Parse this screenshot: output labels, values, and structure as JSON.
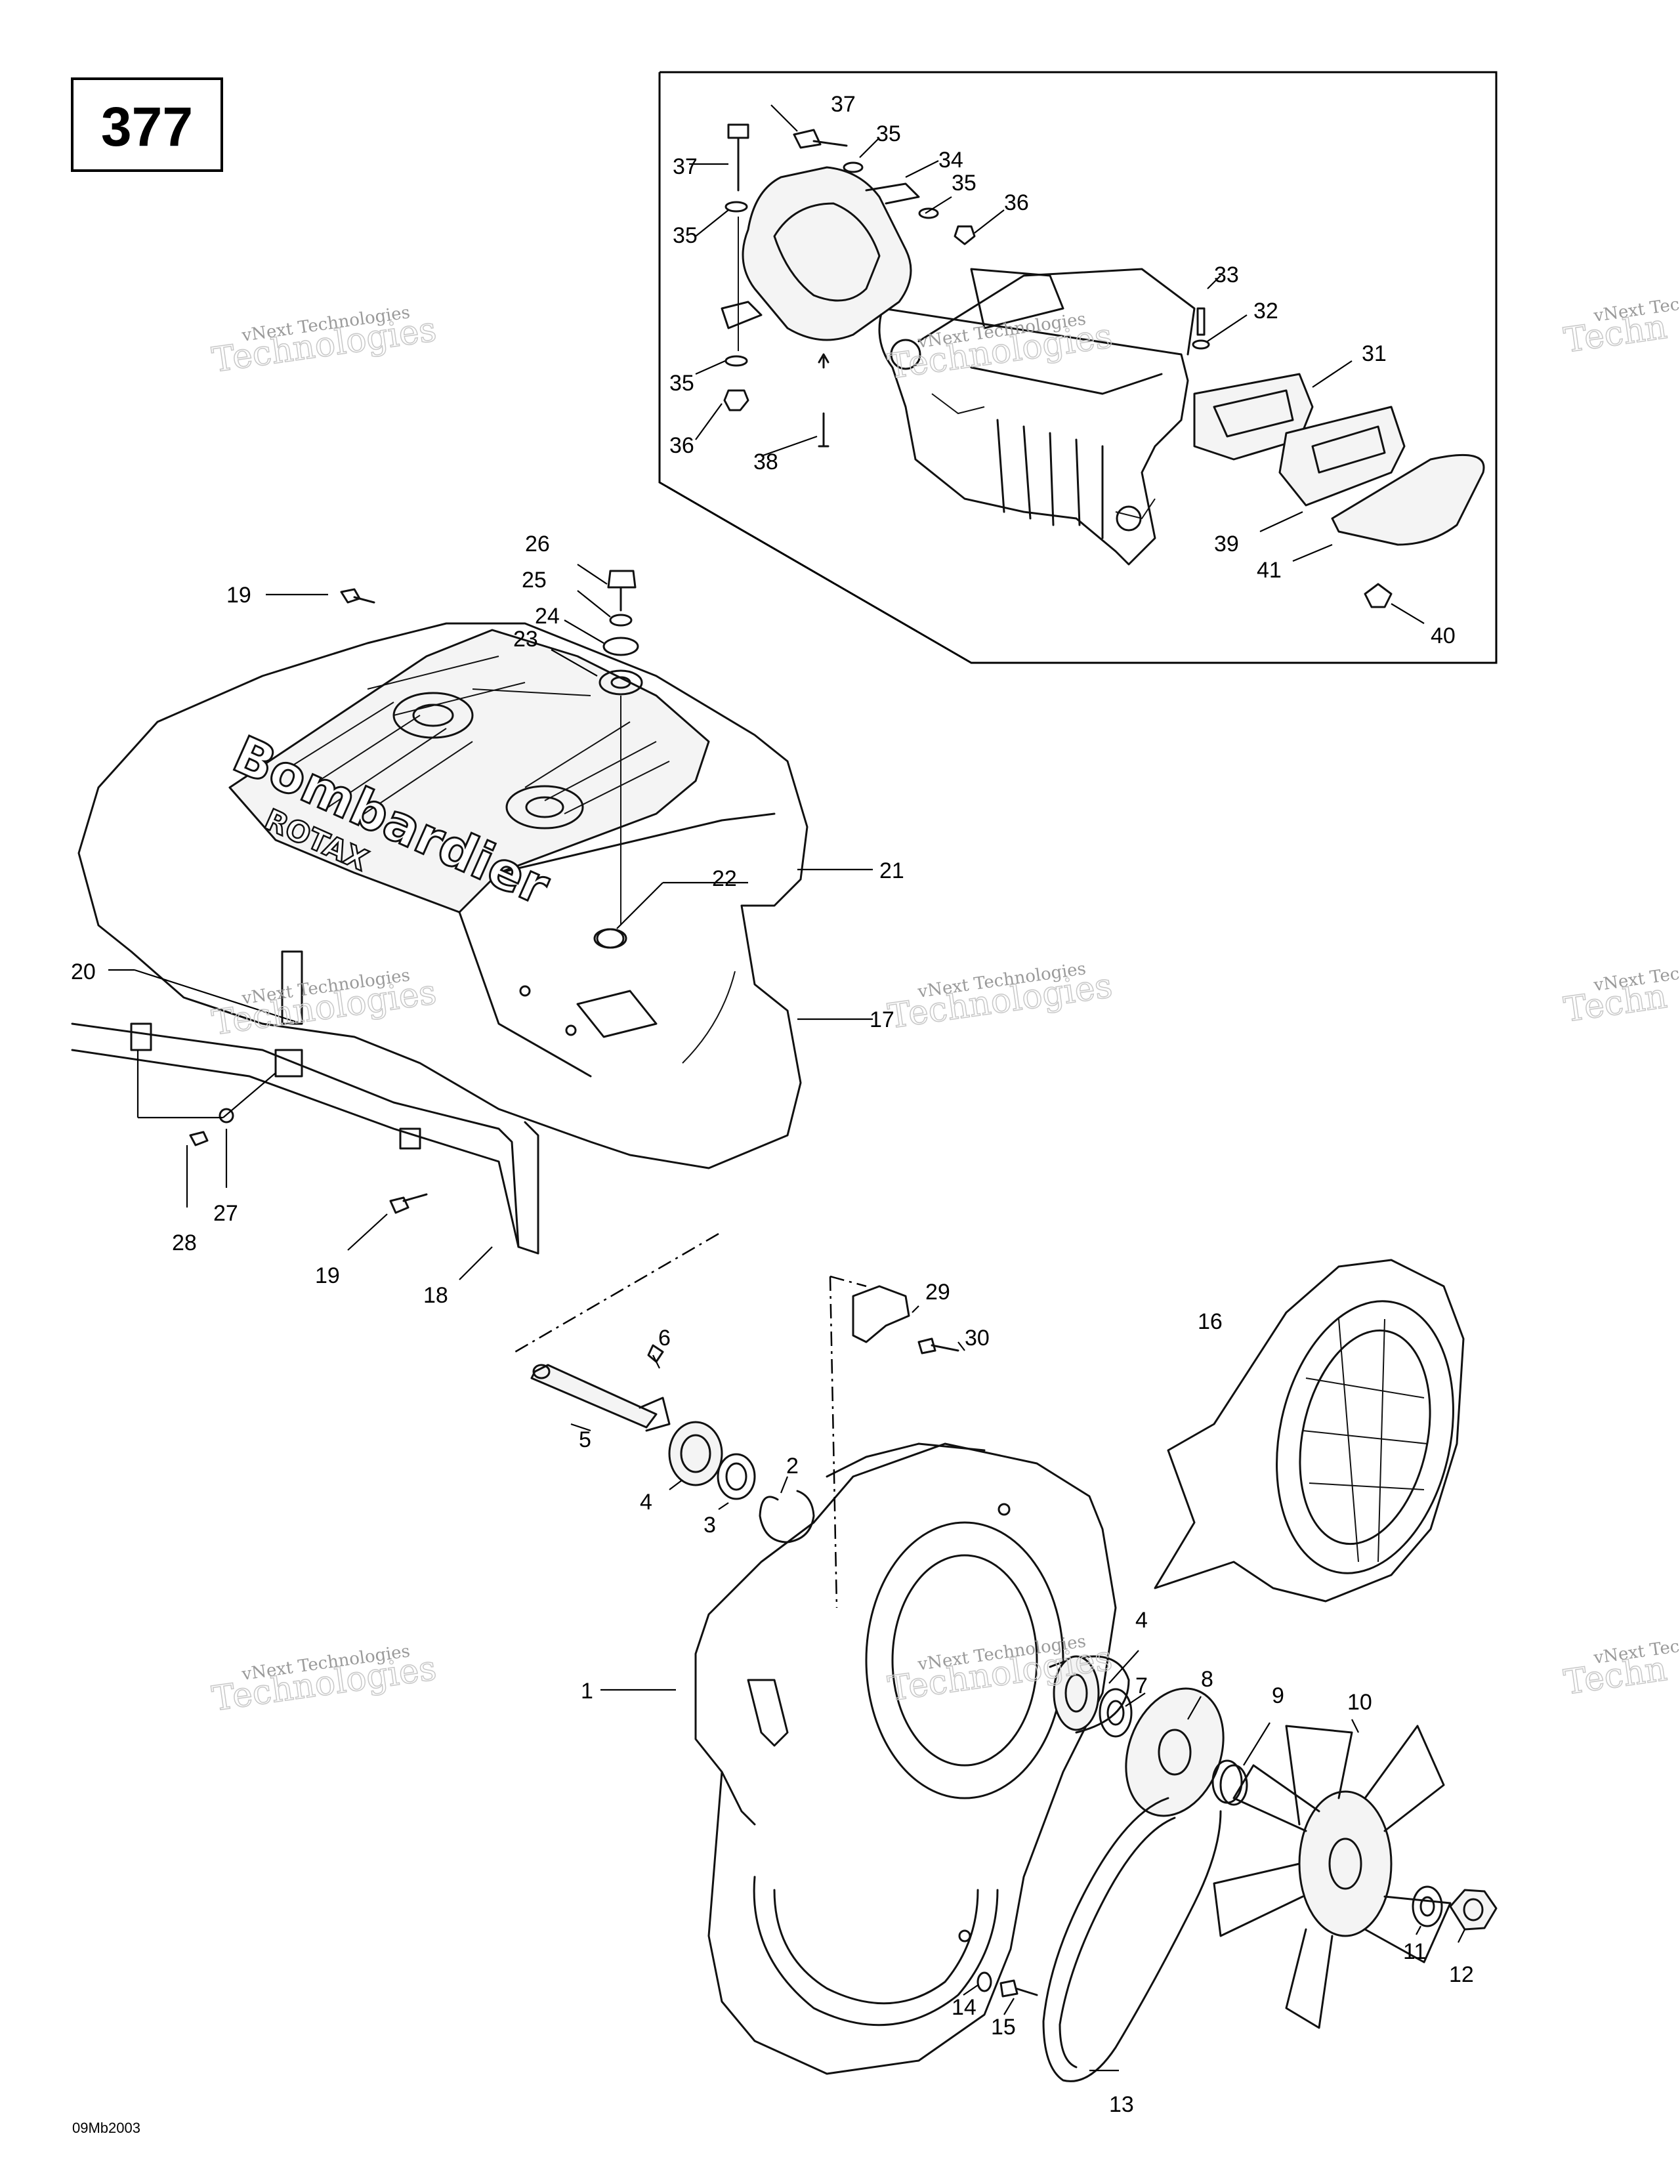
{
  "page_number": "377",
  "drawing_code": "09Mb2003",
  "brand_text": {
    "line1": "Bombardier",
    "line2": "ROTAX"
  },
  "watermark": {
    "line1": "vNext Technologies",
    "line2": "Technologies"
  },
  "watermark_partial": {
    "line1": "vNext Tec",
    "line2": "Techn"
  },
  "callouts": {
    "c37a": "37",
    "c37b": "37",
    "c35a": "35",
    "c35b": "35",
    "c35c": "35",
    "c35d": "35",
    "c34": "34",
    "c36a": "36",
    "c36b": "36",
    "c33": "33",
    "c32": "32",
    "c31": "31",
    "c38": "38",
    "c39": "39",
    "c41": "41",
    "c40": "40",
    "c26": "26",
    "c25": "25",
    "c24": "24",
    "c23": "23",
    "c19a": "19",
    "c19b": "19",
    "c21": "21",
    "c22": "22",
    "c20": "20",
    "c17": "17",
    "c27": "27",
    "c28": "28",
    "c18": "18",
    "c6": "6",
    "c5": "5",
    "c4a": "4",
    "c3": "3",
    "c2": "2",
    "c29": "29",
    "c30": "30",
    "c16": "16",
    "c1": "1",
    "c4b": "4",
    "c7": "7",
    "c8": "8",
    "c9": "9",
    "c10": "10",
    "c11": "11",
    "c12": "12",
    "c14": "14",
    "c15": "15",
    "c13": "13"
  }
}
